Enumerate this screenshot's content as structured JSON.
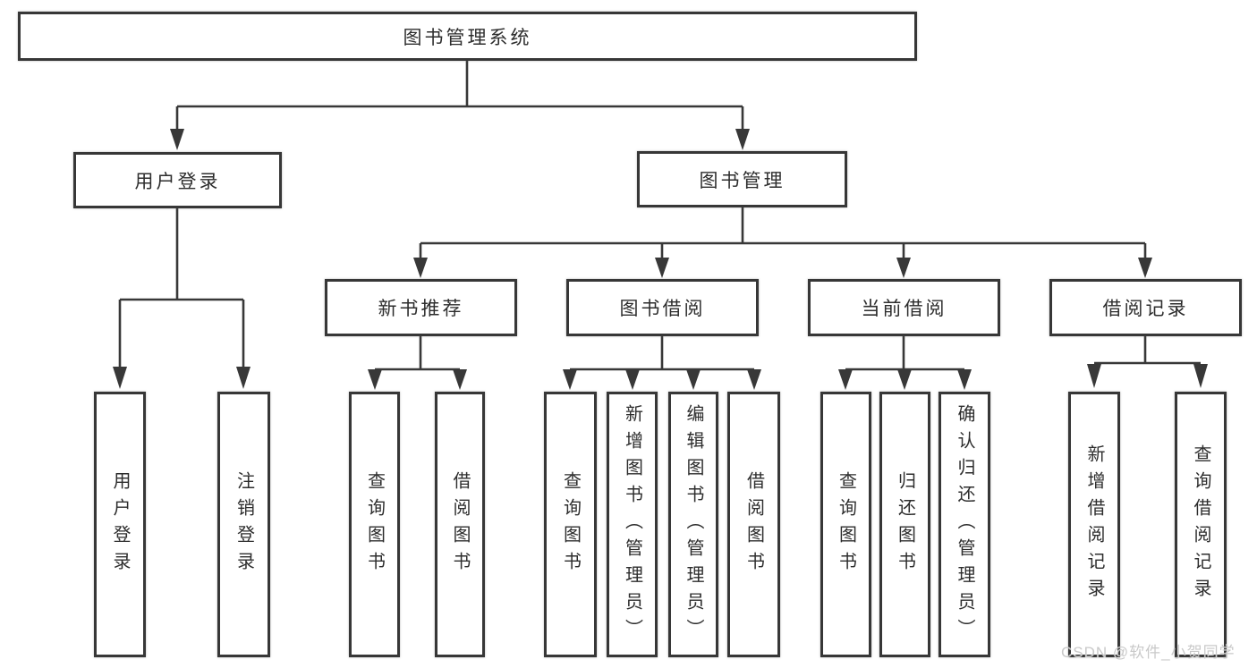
{
  "tree": {
    "root": {
      "label": "图书管理系统"
    },
    "branches": [
      {
        "label": "用户登录",
        "children": [
          {
            "label": "用户登录"
          },
          {
            "label": "注销登录"
          }
        ]
      },
      {
        "label": "图书管理",
        "children": [
          {
            "label": "新书推荐",
            "children": [
              {
                "label": "查询图书"
              },
              {
                "label": "借阅图书"
              }
            ]
          },
          {
            "label": "图书借阅",
            "children": [
              {
                "label": "查询图书"
              },
              {
                "label": "新增图书（管理员）"
              },
              {
                "label": "编辑图书（管理员）"
              },
              {
                "label": "借阅图书"
              }
            ]
          },
          {
            "label": "当前借阅",
            "children": [
              {
                "label": "查询图书"
              },
              {
                "label": "归还图书"
              },
              {
                "label": "确认归还（管理员）"
              }
            ]
          },
          {
            "label": "借阅记录",
            "children": [
              {
                "label": "新增借阅记录"
              },
              {
                "label": "查询借阅记录"
              }
            ]
          }
        ]
      }
    ]
  },
  "watermark": {
    "text": "CSDN @软件_小贺同学"
  },
  "colors": {
    "line": "#383838",
    "box_border": "#373737",
    "text": "#2d2d2d",
    "watermark_text": "#c9c9c9",
    "background": "#ffffff"
  }
}
